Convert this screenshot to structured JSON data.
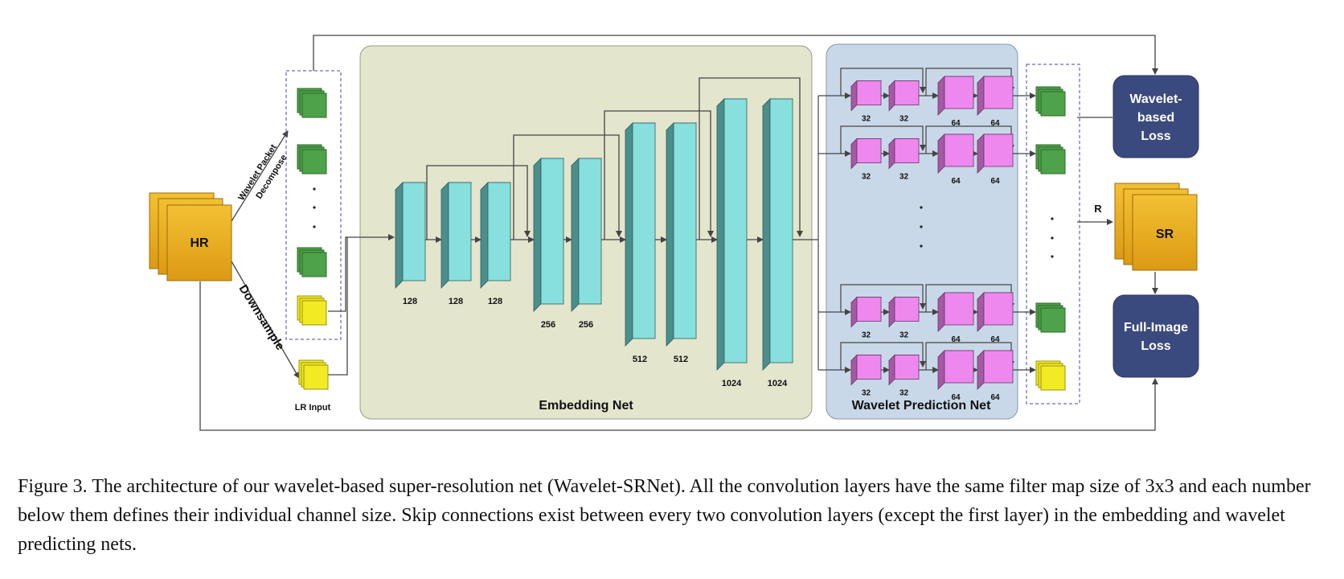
{
  "labels": {
    "hr": "HR",
    "lr_input": "LR Input",
    "wavelet_packet": "Wavelet Packet",
    "decompose": "Decompose",
    "downsample": "Downsample",
    "embedding_net": "Embedding Net",
    "wavelet_prediction_net": "Wavelet Prediction Net",
    "wavelet_loss_1": "Wavelet-",
    "wavelet_loss_2": "based",
    "wavelet_loss_3": "Loss",
    "sr": "SR",
    "r": "R",
    "full_loss_1": "Full-Image",
    "full_loss_2": "Loss"
  },
  "embedding_channels": [
    "128",
    "128",
    "128",
    "256",
    "256",
    "512",
    "512",
    "1024",
    "1024"
  ],
  "prediction_channels": [
    [
      "32",
      "32",
      "64",
      "64"
    ],
    [
      "32",
      "32",
      "64",
      "64"
    ],
    [
      "32",
      "32",
      "64",
      "64"
    ],
    [
      "32",
      "32",
      "64",
      "64"
    ]
  ],
  "colors": {
    "hr_box": "#e9ad1e",
    "green_block": "#4ea24a",
    "yellow_block": "#f2ea22",
    "teal_block": "#87e0dd",
    "magenta_block": "#ee88ee",
    "embedding_panel": "#e3e5cd",
    "prediction_panel": "#c9d8e8",
    "loss_box": "#3b4a7e"
  },
  "caption": "Figure 3. The architecture of our wavelet-based super-resolution net (Wavelet-SRNet). All the convolution layers have the same filter map size of 3x3 and each number below them defines their individual channel size. Skip connections exist between every two convolution layers (except the first layer) in the embedding and wavelet predicting nets."
}
